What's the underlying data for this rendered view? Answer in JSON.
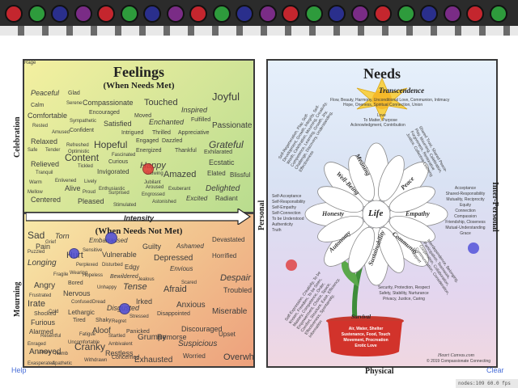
{
  "toolbar": {
    "dots": [
      "#c4262e",
      "#2e9b3c",
      "#2a2f8c",
      "#7a2c86",
      "#c4262e",
      "#2e9b3c",
      "#2a2f8c",
      "#7a2c86",
      "#c4262e",
      "#2e9b3c",
      "#2a2f8c",
      "#7a2c86",
      "#c4262e",
      "#2e9b3c",
      "#2a2f8c",
      "#7a2c86",
      "#c4262e",
      "#2e9b3c",
      "#2a2f8c",
      "#7a2c86",
      "#c4262e",
      "#2e9b3c"
    ]
  },
  "feelings": {
    "title": "Feelings",
    "met_subtitle": "(When Needs Met)",
    "unmet_subtitle": "(When Needs Not Met)",
    "axis_label": "Intensity",
    "side_top": "Celebration",
    "side_bottom": "Mourning",
    "met_words": [
      "Peaceful",
      "Glad",
      "Calm",
      "Serene",
      "Compassionate",
      "Touched",
      "Joyful",
      "Comfortable",
      "Encouraged",
      "Inspired",
      "Rested",
      "Sympathetic",
      "Satisfied",
      "Moved",
      "Enchanted",
      "Fulfilled",
      "Amused",
      "Confident",
      "Intrigued",
      "Thrilled",
      "Appreciative",
      "Passionate",
      "Relaxed",
      "Refreshed",
      "Hopeful",
      "Engaged",
      "Dazzled",
      "Grateful",
      "Safe",
      "Tender",
      "Optimistic",
      "Energized",
      "Thankful",
      "Exhilarated",
      "Content",
      "Fascinated",
      "Curious",
      "Happy",
      "Relieved",
      "Tickled",
      "Ecstatic",
      "Tranquil",
      "Invigorated",
      "Glowing",
      "Amazed",
      "Elated",
      "Blissful",
      "Warm",
      "Enlivened",
      "Lively",
      "Jubilant",
      "Delighted",
      "Alive",
      "Enthusiastic",
      "Aroused",
      "Exuberant",
      "Mellow",
      "Proud",
      "Surprised",
      "Engrossed",
      "Centered",
      "Pleased",
      "Stimulated",
      "Astonished",
      "Excited",
      "Radiant"
    ],
    "unmet_words": [
      "Sad",
      "Torn",
      "Grief",
      "Pain",
      "Embarrassed",
      "Devastated",
      "Puzzled",
      "Sensitive",
      "Hurt",
      "Guilty",
      "Ashamed",
      "Longing",
      "Vulnerable",
      "Depressed",
      "Horrified",
      "Perplexed",
      "Disturbed",
      "Fragile",
      "Wearing",
      "Edgy",
      "Envious",
      "Hopeless",
      "Bewildered",
      "Jealous",
      "Scared",
      "Despair",
      "Angry",
      "Bored",
      "Tense",
      "Afraid",
      "Frustrated",
      "Nervous",
      "Unhappy",
      "Troubled",
      "Irate",
      "Confused",
      "Dread",
      "Irked",
      "Anxious",
      "Shocked",
      "Cold",
      "Lethargic",
      "Disgusted",
      "Disappointed",
      "Miserable",
      "Furious",
      "Tired",
      "Shaky",
      "Stressed",
      "Alarmed",
      "Aloof",
      "Regret",
      "Discouraged",
      "Resentful",
      "Fatigue",
      "Startled",
      "Panicked",
      "Grumpy",
      "Upset",
      "Enraged",
      "Uncomfortable",
      "Remorse",
      "Cranky",
      "Lonely",
      "Ambivalent",
      "Suspicious",
      "Annoyed",
      "Numb",
      "Restless",
      "Worried",
      "Exasperated",
      "Apathetic",
      "Withdrawn",
      "Concerned",
      "Exhausted",
      "Overwhelmed",
      "Rage"
    ]
  },
  "needs": {
    "title": "Needs",
    "side_left": "Personal",
    "side_right": "Inter-Personal",
    "side_bottom": "Physical",
    "transcendence": {
      "label": "Transcendence",
      "text1": "Flow, Beauty, Harmony, Unconditional Love, Communion, Intimacy",
      "text2": "Hope, Oneness, Spiritual Connection, Union",
      "text3": "Love",
      "text4": "To Matter, Purpose",
      "text5": "Acknowledgment, Contribution"
    },
    "petals": [
      "Meaning",
      "Peace",
      "Empathy",
      "Community",
      "Sustainability",
      "Autonomy",
      "Honesty",
      "Well-Being"
    ],
    "center": "Life",
    "lists": {
      "meaning": "Self-Regeneration, Play, Self-Development, Growth, Integrity, Self-Worth, Celebration, Mourning, Creativity, Competence, Learning, Growth, Joy, Challenge, Discovery, Understanding, Effectiveness",
      "peace": "Shared Trust, Shared Peace-Play, Mourning, Celebration, Forgiveness, Restorative Justice, Collective Learning",
      "honesty": [
        "Self-Acceptance",
        "Self-Responsibility",
        "Self-Empathy",
        "Self-Connection",
        "To be Understood",
        "Authenticity",
        "Truth"
      ],
      "empathy": [
        "Acceptance",
        "Shared-Responsibility",
        "Mutuality, Reciprocity",
        "Equity",
        "Connection",
        "Compassion",
        "Friendship, Closeness",
        "Mutual-Understanding",
        "Grace"
      ],
      "autonomy": "Self-Expression, Creativity, To be Known, Freedom, To be Seen, Mastery, Competence, Order, Empowerment, Choice, Space, Comfort, Structure, Ease, Efficiency, Effectiveness, Spontaneity, Information",
      "community": "Interdependence, Belonging, Participation, Teamwork, Cooperation, Collaboration, Communication, Consideration, Support",
      "security": [
        "Security, Protection, Respect",
        "Safety, Stability, Nurturance",
        "Privacy, Justice, Caring"
      ]
    },
    "survival": {
      "label": "Survival",
      "items": [
        "Air, Water, Shelter",
        "Sustenance, Food, Touch",
        "Movement, Procreation",
        "Erotic Love"
      ]
    },
    "credit1": "Heart Canvas.com",
    "credit2": "© 2019 Compassionate Connecting"
  },
  "links": {
    "help": "Help",
    "clear": "Clear"
  },
  "fps": "nodes:109  60.0 fps",
  "colors": {
    "marker_red": "#e03a3a",
    "marker_blue": "#4a4ad8",
    "survival_red": "#d2332b",
    "link_blue": "#4a6fd8"
  }
}
